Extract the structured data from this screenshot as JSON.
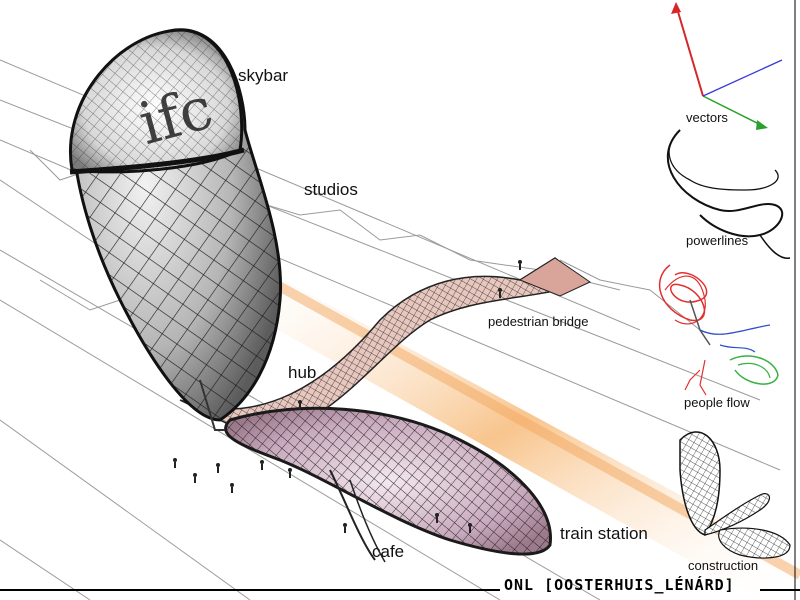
{
  "labels": {
    "skybar": "skybar",
    "studios": "studios",
    "pedestrian_bridge": "pedestrian bridge",
    "hub": "hub",
    "train_station": "train station",
    "cafe": "cafe"
  },
  "side_panels": {
    "vectors": "vectors",
    "powerlines": "powerlines",
    "people_flow": "people flow",
    "construction": "construction"
  },
  "tower_lettering": "ifc",
  "credit": "ONL [OOSTERHUIS_LÉNÁRD]",
  "colors": {
    "vector_x": "#2ca02c",
    "vector_y": "#d62728",
    "vector_z": "#3a3ad6",
    "flow_red": "#e03030",
    "flow_green": "#3cb043",
    "flow_blue": "#3050c8",
    "rail_glow": "#f6b36a",
    "bridge_deck": "#d9a59b"
  }
}
